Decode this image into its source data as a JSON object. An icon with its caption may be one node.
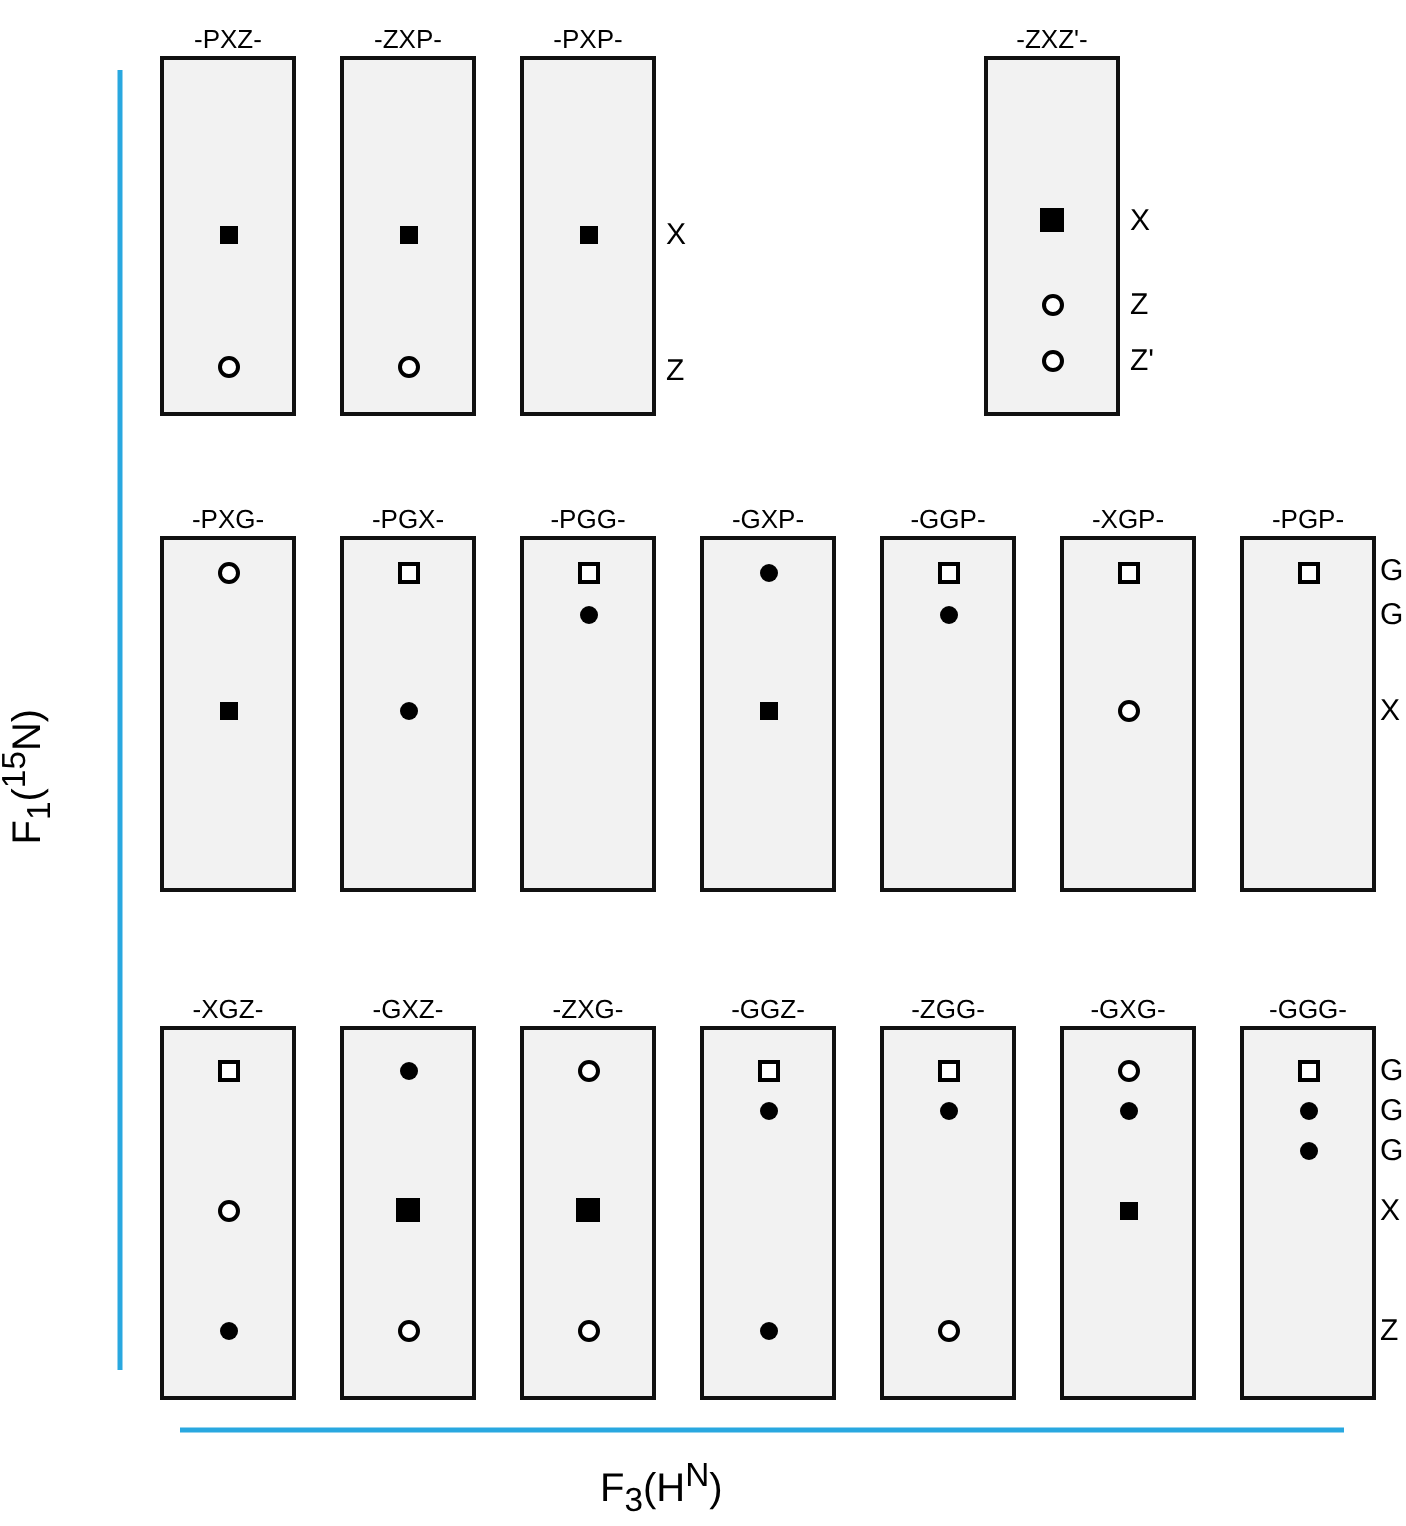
{
  "diagram": {
    "nodes": [
      {
        "text": [
          "-PXZ-"
        ]
      },
      {
        "text": [
          "-ZXP-"
        ]
      },
      {
        "text": [
          "-PXP-"
        ]
      },
      {
        "text": [
          "-ZXZ'-"
        ]
      },
      {
        "text": [
          "-PXG-"
        ]
      },
      {
        "text": [
          "-PGX-"
        ]
      },
      {
        "text": [
          "-PGG-"
        ]
      },
      {
        "text": [
          "-GXP-"
        ]
      },
      {
        "text": [
          "-GGP-"
        ]
      },
      {
        "text": [
          "-XGP-"
        ]
      },
      {
        "text": [
          "-PGP-"
        ]
      },
      {
        "text": [
          "-XGZ-"
        ]
      },
      {
        "text": [
          "-GXZ-"
        ]
      },
      {
        "text": [
          "-ZXG-"
        ]
      },
      {
        "text": [
          "-GGZ-"
        ]
      },
      {
        "text": [
          "-ZGG-"
        ]
      },
      {
        "text": [
          "-GXG-"
        ]
      },
      {
        "text": [
          "-GGG-"
        ]
      }
    ],
    "edges": [],
    "labels": [
      "X",
      "Z",
      "X",
      "Z",
      "Z'",
      "G",
      "G",
      "X",
      "G",
      "G",
      "G",
      "X",
      "Z",
      "F$_{1}$($^{15}$N)",
      "F$_{3}$(H$^{N}$)"
    ]
  }
}
